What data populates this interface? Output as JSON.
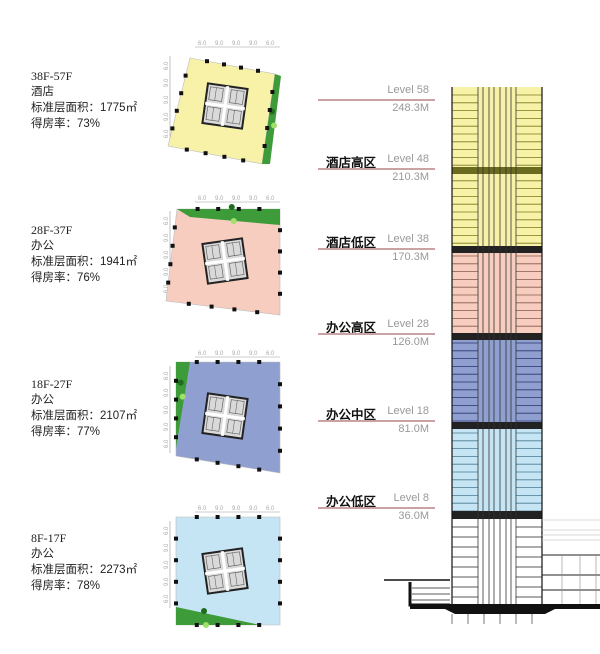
{
  "zones": [
    {
      "floors": "38F-57F",
      "use": "酒店",
      "area_label": "标准层面积：",
      "area_value": "1775㎡",
      "ratio_label": "得房率：",
      "ratio_value": "73%",
      "color": "#f7f2a8"
    },
    {
      "floors": "28F-37F",
      "use": "办公",
      "area_label": "标准层面积：",
      "area_value": "1941㎡",
      "ratio_label": "得房率：",
      "ratio_value": "76%",
      "color": "#f6cdbf"
    },
    {
      "floors": "18F-27F",
      "use": "办公",
      "area_label": "标准层面积：",
      "area_value": "2107㎡",
      "ratio_label": "得房率：",
      "ratio_value": "77%",
      "color": "#8f9fd0"
    },
    {
      "floors": "8F-17F",
      "use": "办公",
      "area_label": "标准层面积：",
      "area_value": "2273㎡",
      "ratio_label": "得房率：",
      "ratio_value": "78%",
      "color": "#c6e5f4"
    }
  ],
  "plan_dimensions": {
    "top": [
      "6.0",
      "9.0",
      "9.0",
      "9.0",
      "6.0"
    ],
    "side": [
      "6.0",
      "9.0",
      "9.0",
      "9.0",
      "6.0"
    ]
  },
  "levels": [
    {
      "name": "",
      "level": "Level 58",
      "height": "248.3M"
    },
    {
      "name": "酒店高区",
      "level": "Level 48",
      "height": "210.3M"
    },
    {
      "name": "酒店低区",
      "level": "Level 38",
      "height": "170.3M"
    },
    {
      "name": "办公高区",
      "level": "Level 28",
      "height": "126.0M"
    },
    {
      "name": "办公中区",
      "level": "Level 18",
      "height": "81.0M"
    },
    {
      "name": "办公低区",
      "level": "Level  8",
      "height": "36.0M"
    }
  ],
  "colors": {
    "hotel": "#f7f2a8",
    "office_high": "#f6cdbf",
    "office_mid": "#8f9fd0",
    "office_low": "#c6e5f4",
    "landscape": "#3d9b3a",
    "core": "#d9d9d9",
    "level_line": "#c9a3a3"
  }
}
